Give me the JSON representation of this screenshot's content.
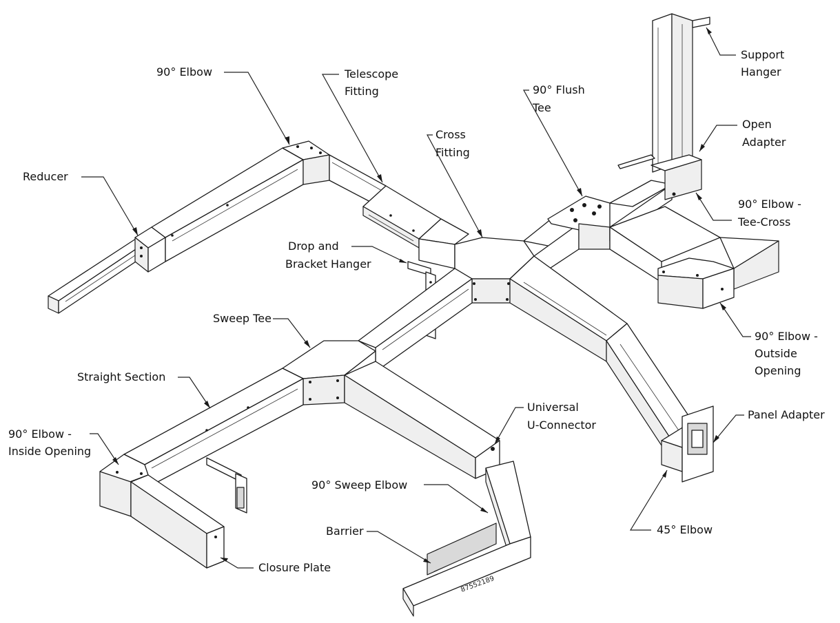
{
  "labels": {
    "elbow_90": "90° Elbow",
    "telescope_line1": "Telescope",
    "telescope_line2": "Fitting",
    "flush_tee_line1": "90° Flush",
    "flush_tee_line2": "Tee",
    "support_line1": "Support",
    "support_line2": "Hanger",
    "cross_line1": "Cross",
    "cross_line2": "Fitting",
    "open_adapter_line1": "Open",
    "open_adapter_line2": "Adapter",
    "reducer": "Reducer",
    "tee_cross_line1": "90° Elbow -",
    "tee_cross_line2": "Tee-Cross",
    "drop_line1": "Drop and",
    "drop_line2": "Bracket Hanger",
    "sweep_tee": "Sweep Tee",
    "outside_line1": "90° Elbow -",
    "outside_line2": "Outside",
    "outside_line3": "Opening",
    "straight_section": "Straight Section",
    "panel_adapter": "Panel Adapter",
    "universal_line1": "Universal",
    "universal_line2": "U-Connector",
    "inside_line1": "90° Elbow -",
    "inside_line2": "Inside Opening",
    "sweep_elbow": "90° Sweep Elbow",
    "barrier": "Barrier",
    "elbow_45": "45° Elbow",
    "closure_plate": "Closure Plate"
  },
  "serial_number": "87552189"
}
